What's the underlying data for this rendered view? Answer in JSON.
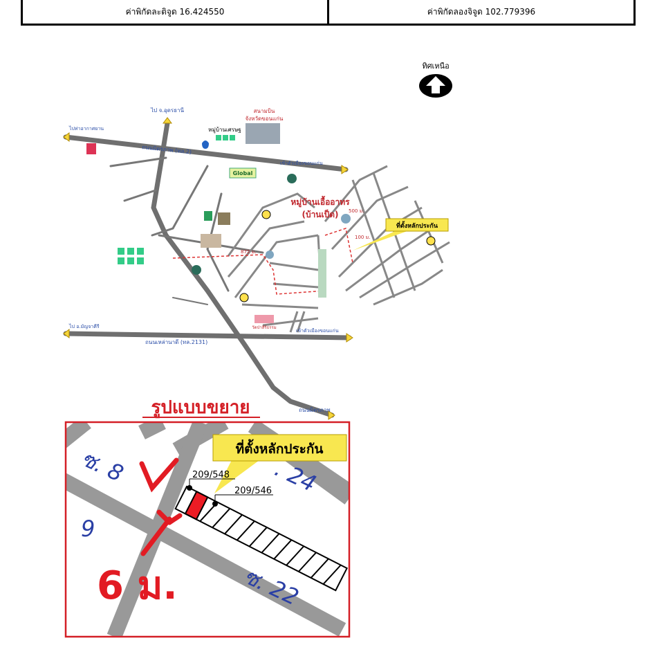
{
  "coords": {
    "latitude": "ค่าพิกัดละติจูด 16.424550",
    "longitude": "ค่าพิกัดลองจิจูด 102.779396"
  },
  "north": {
    "label": "ทิศเหนือ",
    "icon": "north-arrow-icon"
  },
  "map": {
    "road_udon": "ไป จ.อุดรธานี",
    "airport_1": "สนามบิน",
    "airport_2": "จังหวัดขอนแก่น",
    "village_label": "หมู่บ้านเศรษฐ",
    "to_khonkaen_airport": "ไปท่าอากาศยาน",
    "road_mittraphap_top": "ถนนมิตรภาพ (ทล.2)",
    "global_house": "Global",
    "to_city_1": "เข้าตัวเมืองขอนแก่น",
    "estate_title_1": "หมู่บ้านเอื้ออาทร",
    "estate_title_2": "(บ้านเป็ด)",
    "collateral_tag": "ที่ตั้งหลักประกัน",
    "dist_500": "500 ม.",
    "dist_872": "872 ม.",
    "dist_100": "100 ม.",
    "to_chaiyaphum": "ไป อ.มัญจาคีรี",
    "road_2131": "ถนนเหล่านาดี (ทล.2131)",
    "to_city_2": "เข้าตัวเมืองขอนแก่น",
    "road_mittraphap_bottom": "ถนนมิตรภาพ",
    "temple": "วัดป่าสิริธรรม",
    "enlarged_title": "รูปแบบขยาย",
    "plot_1": "209/548",
    "plot_2": "209/546",
    "soi_8": "ซ. 8",
    "soi_24": ". 24",
    "soi_9": "9",
    "soi_22": "ซ. 22",
    "width_6m": "6 ม."
  }
}
